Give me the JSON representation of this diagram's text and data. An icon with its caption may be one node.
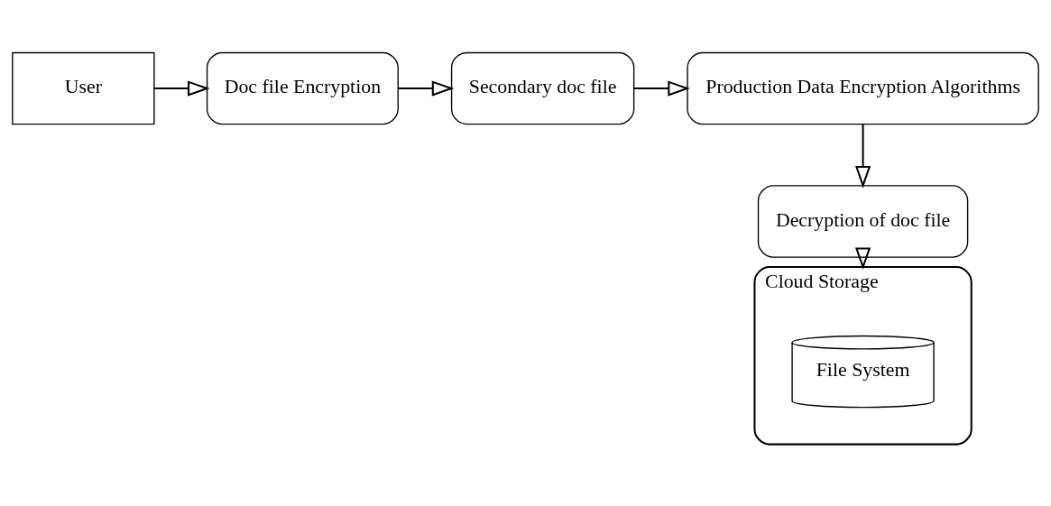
{
  "diagram": {
    "nodes": [
      {
        "text": [
          "User"
        ]
      },
      {
        "text": [
          "Doc file Encryption"
        ]
      },
      {
        "text": [
          "Secondary doc file"
        ]
      },
      {
        "text": [
          "Production Data Encryption Algorithms"
        ]
      },
      {
        "text": [
          "Decryption of doc file"
        ]
      },
      {
        "text": [
          "Cloud Storage"
        ]
      },
      {
        "text": [
          "File System"
        ],
        "in": 5
      }
    ],
    "edges": [
      {
        "from": 0,
        "to": 1,
        "arrow": "to"
      },
      {
        "from": 1,
        "to": 2,
        "arrow": "to"
      },
      {
        "from": 2,
        "to": 3,
        "arrow": "to"
      },
      {
        "from": 3,
        "to": 4,
        "arrow": "to"
      },
      {
        "from": 4,
        "to": 5,
        "arrow": "to"
      }
    ]
  }
}
